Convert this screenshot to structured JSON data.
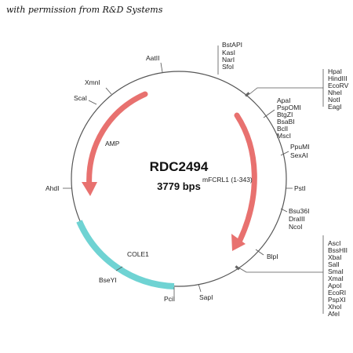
{
  "credit": "with permission from R&D Systems",
  "plasmid": {
    "name": "RDC2494",
    "size": "3779 bps"
  },
  "features": {
    "amp": "AMP",
    "insert": "mFCRL1 (1-343)",
    "ori": "COLE1"
  },
  "sites": {
    "bstapi": "BstAPI",
    "kasi": "KasI",
    "nari": "NarI",
    "sfoi": "SfoI",
    "aati": "AatII",
    "xmni": "XmnI",
    "scai": "ScaI",
    "ahdi": "AhdI",
    "bseyi": "BseYI",
    "pcii": "PciI",
    "sapi": "SapI",
    "blpi": "BlpI",
    "psti": "PstI",
    "ppumi": "PpuMI",
    "sexai": "SexAI",
    "bsu36i": "Bsu36I",
    "dralll": "DraIII",
    "ncoi": "NcoI",
    "apai": "ApaI",
    "pspomi": "PspOMI",
    "btgzi": "BtgZI",
    "bsabi": "BsaBI",
    "bcli": "BclI",
    "msci": "MscI"
  },
  "mcs1": [
    "HpaI",
    "HindIII",
    "EcoRV",
    "NheI",
    "NotI",
    "EagI"
  ],
  "mcs2": [
    "AscI",
    "BssHII",
    "XbaI",
    "SalI",
    "SmaI",
    "XmaI",
    "ApoI",
    "EcoRI",
    "PspXI",
    "XhoI",
    "AfeI"
  ],
  "colors": {
    "backbone": "#555555",
    "amp": "#e8716f",
    "insert": "#e8716f",
    "ori": "#6fd3d3"
  }
}
